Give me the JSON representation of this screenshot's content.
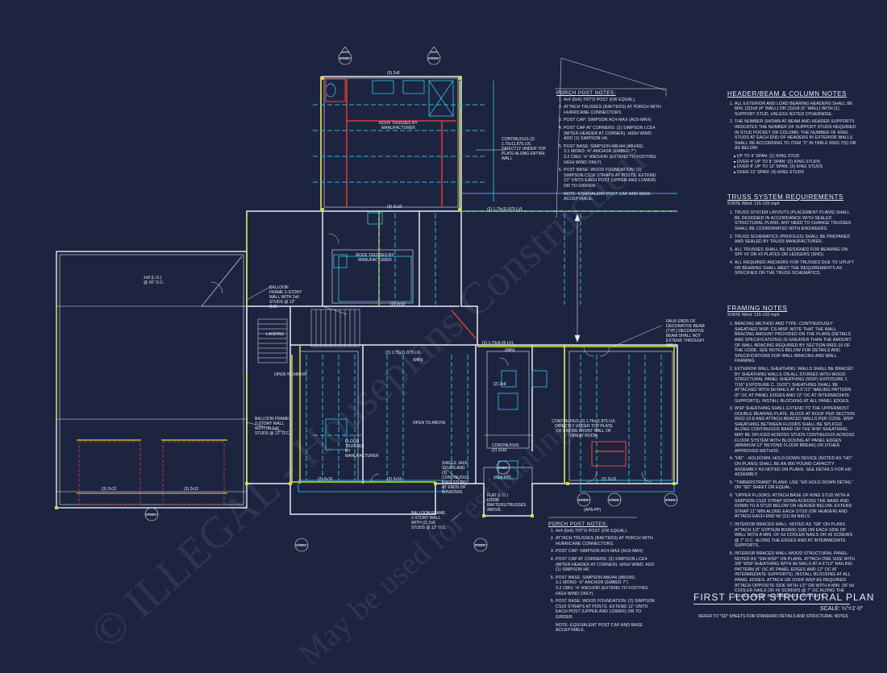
{
  "sheet": {
    "title": "FIRST FLOOR STRUCTURAL PLAN",
    "scale": "SCALE: ¼\"=1'-0\"",
    "refer": "REFER TO \"SD\" SHEETS FOR STANDARD DETAILS AND STRUCTURAL NOTES"
  },
  "watermark": {
    "line1": "© ILLEGAL - Houseplans Construction",
    "line2": "May be used for estimating"
  },
  "colors": {
    "background": "#1d2440",
    "wall": "#e6e9f2",
    "beam": "#d7d93a",
    "truss": "#2fb4d8",
    "red": "#d83a3a"
  },
  "notes": {
    "header_beam": {
      "heading": "HEADER/BEAM & COLUMN NOTES",
      "items": [
        "ALL EXTERIOR AND LOAD BEARING HEADERS SHALL BE MIN. (2)2x8 (4\" WALL) OR (3)2x8 (6\" WALL) WITH (1) SUPPORT STUD, UNLESS NOTED OTHERWISE.",
        "THE NUMBER SHOWN AT BEAM AND HEADER SUPPORTS INDICATES THE NUMBER OF SUPPORT STUDS REQUIRED IN STUD POCKET OR COLUMN. THE NUMBER OF KING STUDS AT EACH END OF HEADERS IN EXTERIOR WALLS SHALL BE ACCORDING TO ITEM \"2\" IN TABLE R602.7(5) OR AS BELOW:"
      ],
      "bullets": [
        "UP TO 4' SPAN: (1) KING STUD",
        "OVER 4' UP TO 8' SPAN: (2) KING STUDS",
        "OVER 8' UP TO 12' SPAN: (3) KING STUDS",
        "OVER 12' SPAN: (4) KING STUDS"
      ]
    },
    "truss": {
      "heading": "TRUSS SYSTEM REQUIREMENTS",
      "sub": "STATE Wind: 115-120 mph",
      "items": [
        "TRUSS SYSTEM LAYOUTS (PLACEMENT PLANS) SHALL BE DESIGNED IN ACCORDANCE WITH SEALED STRUCTURAL PLANS. ANY NEED TO CHANGE TRUSSES SHALL BE COORDINATED WITH ENGINEERS.",
        "TRUSS SCHEMATICS (PROFILES) SHALL BE PREPARED AND SEALED BY TRUSS MANUFACTURER.",
        "ALL TRUSSES SHALL BE DESIGNED FOR BEARING ON SPF #2 OR #3 PLATES OR LEDGERS (SNO).",
        "ALL REQUIRED ANCHORS FOR TRUSSES DUE TO UPLIFT OR BEARING SHALL MEET THE REQUIREMENTS AS SPECIFIED ON THE TRUSS SCHEMATICS."
      ]
    },
    "framing": {
      "heading": "FRAMING NOTES",
      "sub": "STATE Wind: 115-120 mph",
      "items": [
        "BRACING METHOD AND TYPE: CONTINUOUSLY SHEATHED WSP. CS-WSP. NOTE THAT THE WALL BRACING AMOUNT PROVIDED ON THE PLANS (DETAILS AND SPECIFICATIONS) IS GREATER THAN THE AMOUNT OF WALL BRACING REQUIRED BY SECTION R602.10 OF THE CODE. SEE NOTES BELOW FOR DETAILS AND SPECIFICATIONS FOR WALL BRACING AND WALL FRAMING.",
        "EXTERIOR WALL SHEATHING: WALLS SHALL BE BRACED BY SHEATHING WALLS ON ALL STORIES WITH WOOD STRUCTURAL PANEL SHEATHING (WSP) EXPOSURE 1, 7/16\" EXPOSURE C. 15/32\") SHEATHING SHALL BE ATTACHED WITH 8d NAILS AT A 6\"/12\" NAILING PATTERN (6\" OC AT PANEL EDGES AND 12\" OC AT INTERMEDIATE SUPPORTS). INSTALL BLOCKING AT ALL PANEL EDGES.",
        "WSP SHEATHING SHALL EXTEND TO THE UPPERMOST DOUBLE BEARING PLATE. BLOCK AT ROOF PER SECTION R602.10.8 AND ATTACH BRACED WALLS PER CODE. WSP SHEATHING BETWEEN FLOORS SHALL BE SPLICED ALONG CONTINUOUS BAND OR THE WSP SHEATHING MAY BE SPLICED ACROSS STUDS CONTINUOUS ACROSS FLOOR SYSTEM WITH BLOCKING AT PANEL EDGES (MINIMUM 12\" BEYOND FLOOR BREAK) OR OTHER APPROVED METHOD.",
        "\"HD\" - HOLDOWN: HOLD-DOWN DEVICE (NOTED AS \"HD\" ON PLANS) SHALL BE AN 800 POUND CAPACITY ASSEMBLY AS NOTED ON PLANS. SEE DETAILS FOR HD ASSEMBLY.",
        "\"TIMBERSTRAND\" PLANK: USE \"HD HOLD-DOWN DETAIL\" ON \"SD\" SHEET OR EQUAL.",
        "\"UPPER FLOORS: ATTACH BASE OF KING STUD WITH A SIMPSON CS22 STRAP DOWN ACROSS THE BAND AND DOWN TO A STUD BELOW OR HEADER BELOW. EXTEND STRAP 11\" MIN ALONG EACH STUD (OR HEADER) AND ATTACH EACH END W/ (11) 8d NAILS.",
        "INTERIOR BRACED WALL: NOTED AS \"GB\" ON PLANS. ATTACH 1/2\" GYPSUM BOARD (GB) ON EACH SIDE OF WALL WITH A MIN. OF 5d COOLER NAILS OR #6 SCREWS @ 7\" O.C. ALONG THE EDGES AND AT INTERMEDIATE SUPPORTS.",
        "INTERIOR BRACED WALL-WOOD STRUCTURAL PANEL: NOTED AS \"SW-WSP\" ON PLANS. ATTACH ONE SIDE WITH 3/8\" WSP SHEATHING WITH 8d NAILS AT A 6\"/12\" NAILING PATTERN (6\" OC AT PANEL EDGES AND 12\" OC AT INTERMEDIATE SUPPORTS). INSTALL BLOCKING AT ALL PANEL EDGES. ATTACH GB OVER WSP AS REQUIRED. ATTACH OPPOSITE SIDE WITH 1/2\" GB WITH A MIN. OF 5d COOLER NAILS OR #6 SCREWS @ 7\" OC ALONG THE EDGES AND AT INTERMEDIATE SUPPORTS."
      ]
    },
    "porch_top": {
      "heading": "PORCH POST NOTES:",
      "items": [
        "4x4 (6x6) TRT'D POST (OR EQUAL).",
        "ATTACH TRUSSES (RAFTERS) AT PORCH WITH HURRICANE CONNECTORS.",
        "POST CAP: SIMPSON AC4-MAX (AC6-MAX)",
        "POST CAP AT CORNERS: (2) SIMPSON LCE4 (MITER HEADER AT CORNER). HIGH WIND: ADD (1) SIMPSON H6.",
        "POST BASE: SIMPSON ABU44 (ABU66).",
        "MONO: ⅝\" ANCHOR (EMBED 7\")",
        "CMU: ⅝\" ANCHOR (EXTEND TO FOOTING HIGH WIND ONLY)",
        "POST BASE: WOOD FOUNDATION: (2) SIMPSON CS16 STRAPS AT POSTS. EXTEND 12\" ONTO EACH POST (UPPER AND LOWER) OR TO GIRDER.",
        "NOTE: EQUIVALENT POST CAP AND BASE ACCEPTABLE."
      ]
    },
    "porch_bottom": {
      "heading": "PORCH POST NOTES:",
      "items": [
        "4x4 (6x6) TRT'D POST (OR EQUAL).",
        "ATTACH TRUSSES (RAFTERS) AT PORCH WITH HURRICANE CONNECTORS.",
        "POST CAP: SIMPSON AC4-MAX (AC6-MAX)",
        "POST CAP AT CORNERS: (2) SIMPSON LCE4 (MITER HEADER AT CORNER). HIGH WIND: ADD (1) SIMPSON H6.",
        "POST BASE: SIMPSON ABU44 (ABU66).",
        "MONO: ⅝\" ANCHOR (EMBED 7\")",
        "CMU: ⅝\" ANCHOR (EXTEND TO FOOTING HIGH WIND ONLY)",
        "POST BASE: WOOD FOUNDATION: (2) SIMPSON CS16 STRAPS AT POSTS. EXTEND 12\" ONTO EACH POST (UPPER AND LOWER) OR TO GIRDER.",
        "NOTE: EQUIVALENT POST CAP AND BASE ACCEPTABLE."
      ]
    }
  },
  "plan_labels": {
    "continuous_top": "CONTINUOUS (2) 1.75x11.875 LVL DIRECTLY UNDER TOP PLATE ALONG ENTIRE WALL",
    "roof_trusses_top": "ROOF TRUSSES BY MANUFACTURER",
    "roof_trusses_mid": "ROOF TRUSSES BY MANUFACTURER",
    "lvl_top": "(2) 1.75x11.875 LVL",
    "balloon_frame_1": "BALLOON FRAME 2-STORY WALL WITH 2x6 STUDS @ 12\" O.C.",
    "balloon_frame_2": "BALLOON FRAME 2-STORY WALL WITH (2) 2x6 STUDS @ 12\" O.C.",
    "balloon_frame_3": "BALLOON FRAME 2-STORY WALL WITH (2) 2x6 STUDS @ 12\" O.C.",
    "faux_ends": "FAUX ENDS OF DECORATIVE BEAM (TYP.) DECORATIVE BEAM SHALL NOT EXTEND THROUGH WALL",
    "lvl_mid": "(2) 1.75x9.25 LVL",
    "lvl_mid2": "(2) 1.75x11.875 LVL",
    "continuous_mid": "CONTINUOUS (2) 1.75x11.875 LVL DIRECTLY UNDER TOP PLATE OF ENTIRE FRONT WALL OF GREAT ROOM",
    "continuous_small": "CONTINUOUS (2) 2x10",
    "single_jack": "SINGLE JACK STUDS AND (3) CONTINUOUS KING STUDS AT ENDS OF WINDOWS",
    "open_above_1": "OPEN TO ABOVE",
    "open_above_2": "OPEN TO ABOVE",
    "landing": "LANDING",
    "floor_trusses": "FLOOR TRUSSES BY MANUFACTURER",
    "flat_roof": "FLAT (L.O.) FROM RAFTERS/TRUSSES ABOVE",
    "girder": "2x8 (L.O.) @ 16\" O.C.",
    "header_2x8": "(3) 2x8",
    "header_2x10a": "(3) 2x10",
    "header_2x12a": "(3) 2x12",
    "header_2x12b": "(3) 2x12",
    "header_2x10b": "(2) 2x10",
    "header_2x10c": "(2) 2x10",
    "header_2x10d": "(2) 2x10",
    "header_2x10e": "(2) 2x10",
    "header_2x8b": "(2) 2x8",
    "min_1": "(MIN)",
    "min_2": "(MIN)",
    "apa_1": "(APA-PP)",
    "apa_2": "(APA-PP)",
    "sd_tags": [
      "4/SD2",
      "4/SD2",
      "4/SD1",
      "1/SD1",
      "3/SD2",
      "4/SD2",
      "4/SD2",
      "4/SD2",
      "4/SD2"
    ]
  }
}
